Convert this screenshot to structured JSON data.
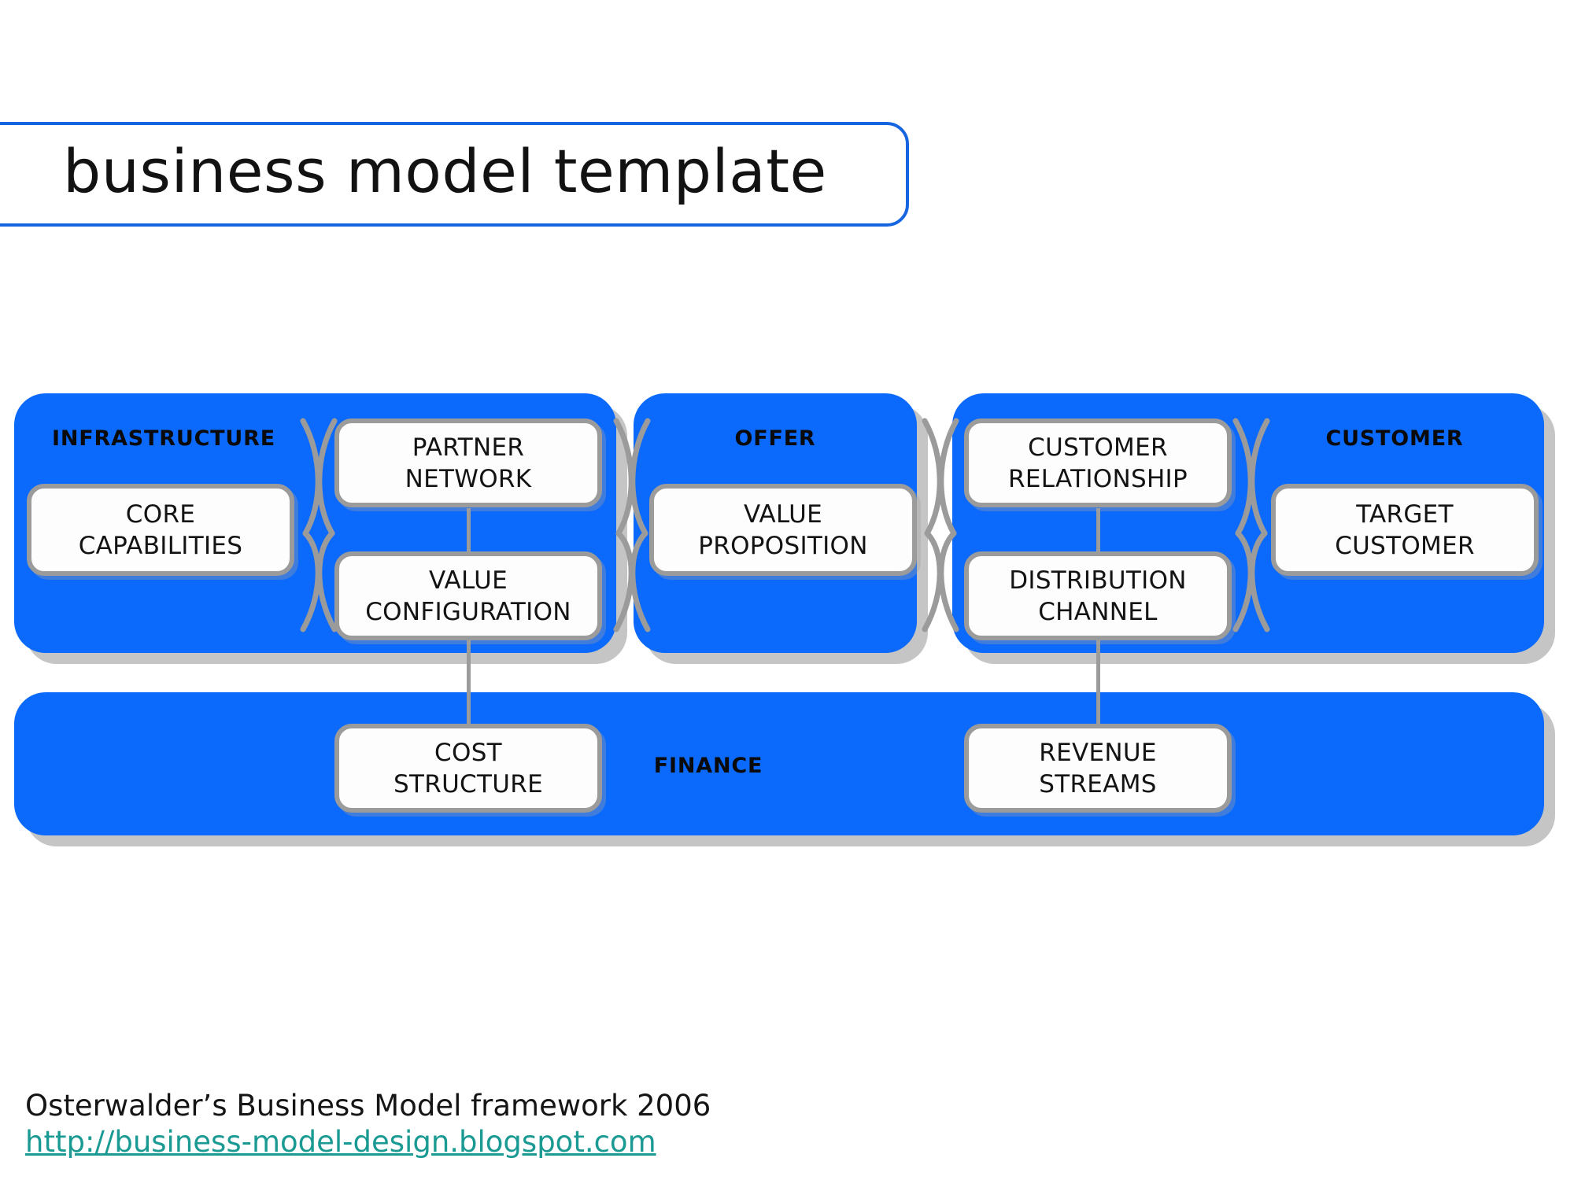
{
  "slide": {
    "title": "business model template",
    "background_color": "#ffffff",
    "title_border_color": "#1565E0"
  },
  "theme": {
    "panel_blue": "#0b69fb",
    "node_border_gray": "#9b9b9b",
    "node_fill": "#fdfdfd",
    "text_black": "#131313",
    "link_teal": "#1a9a93"
  },
  "diagram": {
    "type": "business-model-canvas",
    "panels": [
      {
        "id": "infrastructure",
        "label": "INFRASTRUCTURE"
      },
      {
        "id": "offer",
        "label": "OFFER"
      },
      {
        "id": "customer",
        "label": "CUSTOMER"
      },
      {
        "id": "finance",
        "label": "FINANCE"
      }
    ],
    "nodes": [
      {
        "id": "core-capabilities",
        "label": "CORE\nCAPABILITIES",
        "panel": "infrastructure"
      },
      {
        "id": "partner-network",
        "label": "PARTNER\nNETWORK",
        "panel": "infrastructure"
      },
      {
        "id": "value-configuration",
        "label": "VALUE\nCONFIGURATION",
        "panel": "infrastructure"
      },
      {
        "id": "value-proposition",
        "label": "VALUE\nPROPOSITION",
        "panel": "offer"
      },
      {
        "id": "customer-relationship",
        "label": "CUSTOMER\nRELATIONSHIP",
        "panel": "customer"
      },
      {
        "id": "distribution-channel",
        "label": "DISTRIBUTION\nCHANNEL",
        "panel": "customer"
      },
      {
        "id": "target-customer",
        "label": "TARGET\nCUSTOMER",
        "panel": "customer"
      },
      {
        "id": "cost-structure",
        "label": "COST\nSTRUCTURE",
        "panel": "finance"
      },
      {
        "id": "revenue-streams",
        "label": "REVENUE\nSTREAMS",
        "panel": "finance"
      }
    ]
  },
  "footer": {
    "credit": "Osterwalder’s Business Model framework 2006",
    "url": "http://business-model-design.blogspot.com"
  }
}
